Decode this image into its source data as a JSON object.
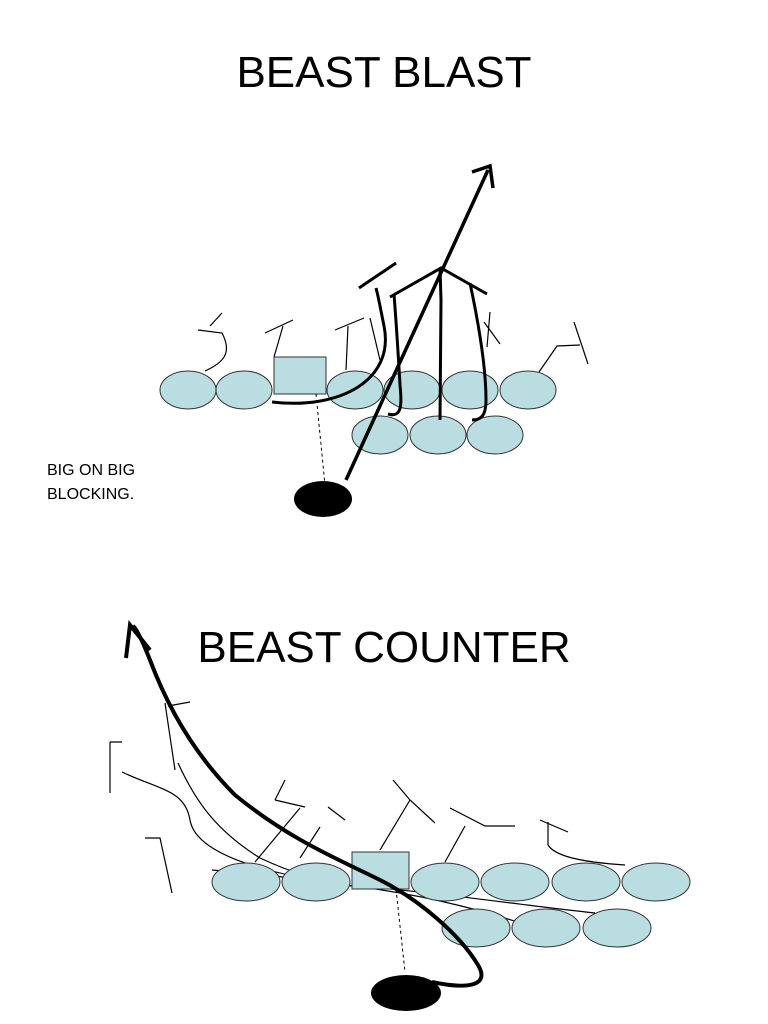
{
  "play1": {
    "title": "BEAST BLAST",
    "note": "BIG ON BIG\nBLOCKING."
  },
  "play2": {
    "title": "BEAST COUNTER"
  },
  "colors": {
    "lineman_fill": "#b9dde1",
    "ball_carrier": "#000000",
    "route": "#000000"
  }
}
